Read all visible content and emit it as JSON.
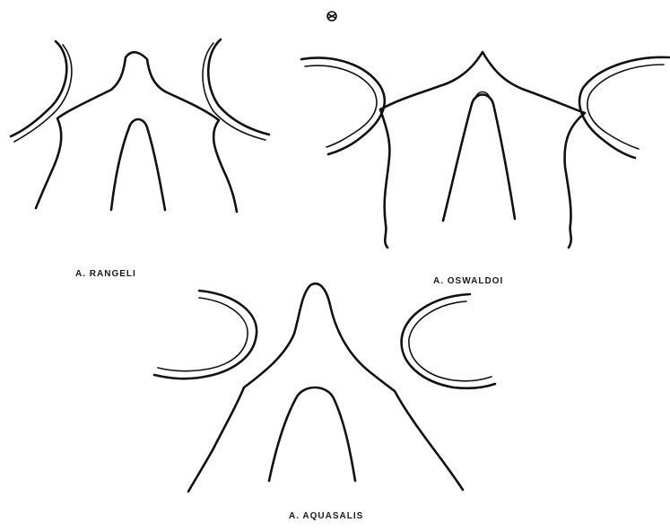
{
  "figure": {
    "labels": {
      "rangeli": "A. RANGELI",
      "oswaldoi": "A. OSWALDOI",
      "aquasalis": "A. AQUASALIS"
    }
  }
}
